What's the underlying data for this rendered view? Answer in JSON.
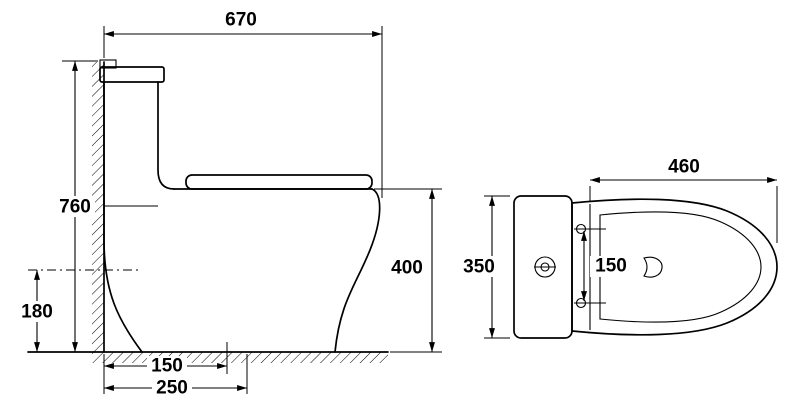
{
  "side_view": {
    "overall_depth": "670",
    "overall_height": "760",
    "trap_height": "180",
    "bowl_height": "400",
    "outlet_offset": "150",
    "base_depth": "250"
  },
  "top_view": {
    "seat_length": "460",
    "overall_width": "350",
    "hinge_hole_spacing": "150"
  },
  "colors": {
    "line": "#000000",
    "background": "#ffffff"
  }
}
